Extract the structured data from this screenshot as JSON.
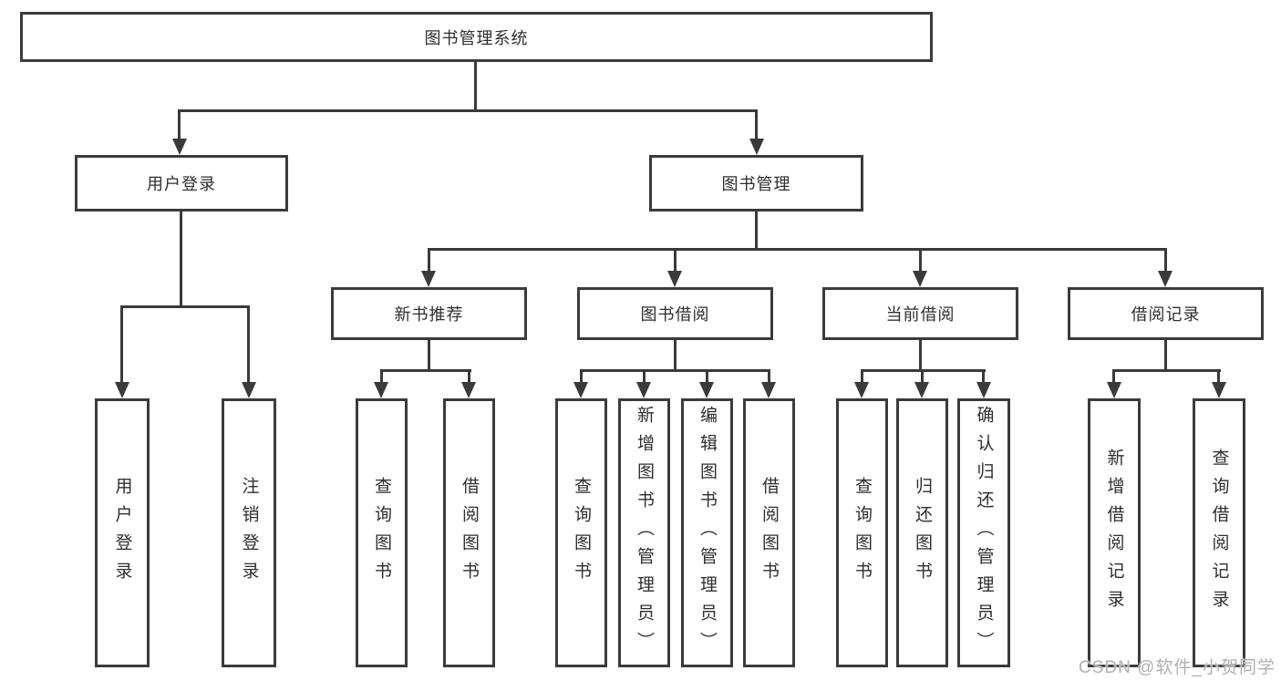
{
  "colors": {
    "line": "#3a3a3a",
    "box_border": "#3b3b3b",
    "text": "#2e2e2e",
    "background": "#ffffff",
    "watermark": "#b0b0b0"
  },
  "tree": {
    "label": "图书管理系统",
    "children": [
      {
        "label": "用户登录",
        "children": [
          {
            "label": "用户登录"
          },
          {
            "label": "注销登录"
          }
        ]
      },
      {
        "label": "图书管理",
        "children": [
          {
            "label": "新书推荐",
            "children": [
              {
                "label": "查询图书"
              },
              {
                "label": "借阅图书"
              }
            ]
          },
          {
            "label": "图书借阅",
            "children": [
              {
                "label": "查询图书"
              },
              {
                "label": "新增图书（管理员）"
              },
              {
                "label": "编辑图书（管理员）"
              },
              {
                "label": "借阅图书"
              }
            ]
          },
          {
            "label": "当前借阅",
            "children": [
              {
                "label": "查询图书"
              },
              {
                "label": "归还图书"
              },
              {
                "label": "确认归还（管理员）"
              }
            ]
          },
          {
            "label": "借阅记录",
            "children": [
              {
                "label": "新增借阅记录"
              },
              {
                "label": "查询借阅记录"
              }
            ]
          }
        ]
      }
    ]
  },
  "watermark": {
    "text": "CSDN @软件_小贺同学"
  }
}
